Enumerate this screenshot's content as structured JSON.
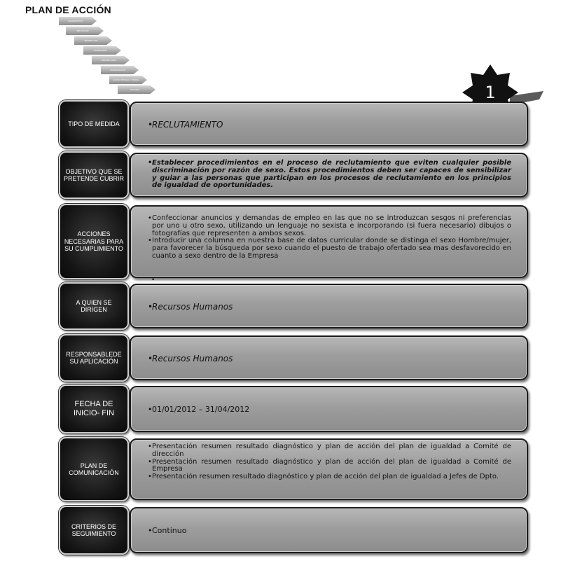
{
  "page_title": "PLAN DE ACCIÓN",
  "step_labels": [
    "DIAGNÓSTICO",
    "SELECCIÓN",
    "PROMOCIÓN",
    "FORMACIÓN",
    "RETRIBUCIÓN",
    "CONCILIACIÓN",
    "ACOSO SEXUAL Y MORAL",
    "CULTURA"
  ],
  "badge_number": "1",
  "rows": [
    {
      "label": "TIPO DE MEDIDA",
      "items": [
        "RECLUTAMIENTO"
      ]
    },
    {
      "label": "OBJETIVO QUE SE PRETENDE CUBRIR",
      "items": [
        "Establecer procedimientos en el proceso de reclutamiento que eviten cualquier posible discriminación por razón de sexo. Estos procedimientos deben ser capaces de sensibilizar y guiar a las personas que participan en los procesos de reclutamiento en los principios de igualdad de oportunidades."
      ]
    },
    {
      "label": "ACCIONES NECESARIAS PARA SU CUMPLIMIENTO",
      "items": [
        "Confeccionar anuncios y demandas de empleo en las que no se introduzcan sesgos ni preferencias por uno u otro sexo, utilizando un lenguaje no sexista e incorporando (si fuera necesario) dibujos o fotografías que representen a ambos sexos.",
        "Introducir una columna en nuestra base de datos curricular donde se distinga el sexo Hombre/mujer, para favorecer la búsqueda por sexo cuando el puesto de trabajo ofertado sea mas desfavorecido en cuanto a sexo dentro de la Empresa"
      ]
    },
    {
      "label": "A QUIEN SE DIRIGEN",
      "items": [
        "Recursos Humanos"
      ]
    },
    {
      "label": "RESPONSABLEDE SU APLICACIÓN",
      "items": [
        "Recursos Humanos"
      ]
    },
    {
      "label": "FECHA DE INICIO- FIN",
      "items": [
        "01/01/2012 – 31/04/2012"
      ]
    },
    {
      "label": "PLAN DE COMUNICACIÓN",
      "items": [
        "Presentación resumen resultado diagnóstico y plan de acción del plan de igualdad a Comité de dirección",
        "Presentación resumen resultado diagnóstico y plan de acción del plan de igualdad a Comité de Empresa",
        "Presentación resumen resultado diagnóstico y plan de acción del plan de igualdad a Jefes de Dpto."
      ]
    },
    {
      "label": "CRITERIOS DE SEGUIMIENTO",
      "items": [
        "Continuo"
      ]
    }
  ]
}
